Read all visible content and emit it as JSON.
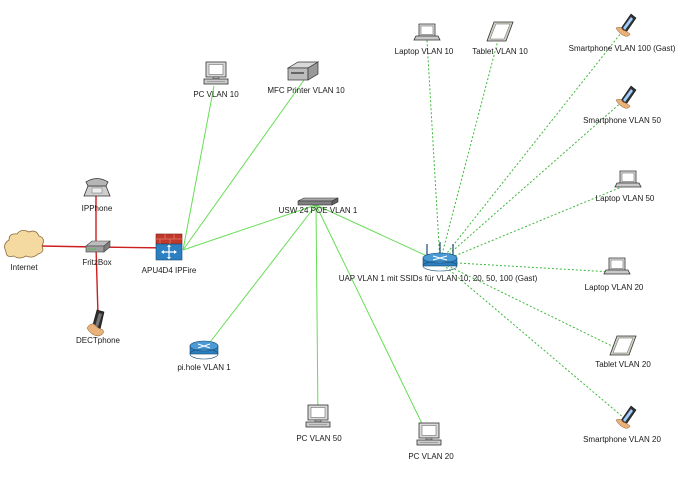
{
  "nodes": {
    "internet": "Internet",
    "fritzbox": "FritzBox",
    "ipphone": "IPPhone",
    "dectphone": "DECTphone",
    "firewall": "APU4D4 IPFire",
    "pihole": "pi.hole VLAN 1",
    "pc10": "PC VLAN 10",
    "printer": "MFC Printer VLAN 10",
    "switch": "USW 24 POE VLAN 1",
    "pc50": "PC VLAN 50",
    "pc20": "PC VLAN 20",
    "uap": "UAP VLAN 1 mit SSIDs für VLAN 10, 20, 50, 100 (Gast)",
    "laptop10": "Laptop VLAN 10",
    "tablet10": "Tablet VLAN 10",
    "phone100": "Smartphone VLAN 100 (Gast)",
    "phone50": "Smartphone VLAN 50",
    "laptop50": "Laptop VLAN 50",
    "laptop20": "Laptop VLAN 20",
    "tablet20": "Tablet VLAN 20",
    "phone20": "Smartphone VLAN 20"
  },
  "colors": {
    "wan_link": "#cc1f1f",
    "lan_link": "#66dd55",
    "wireless_link": "#3fb83a"
  }
}
